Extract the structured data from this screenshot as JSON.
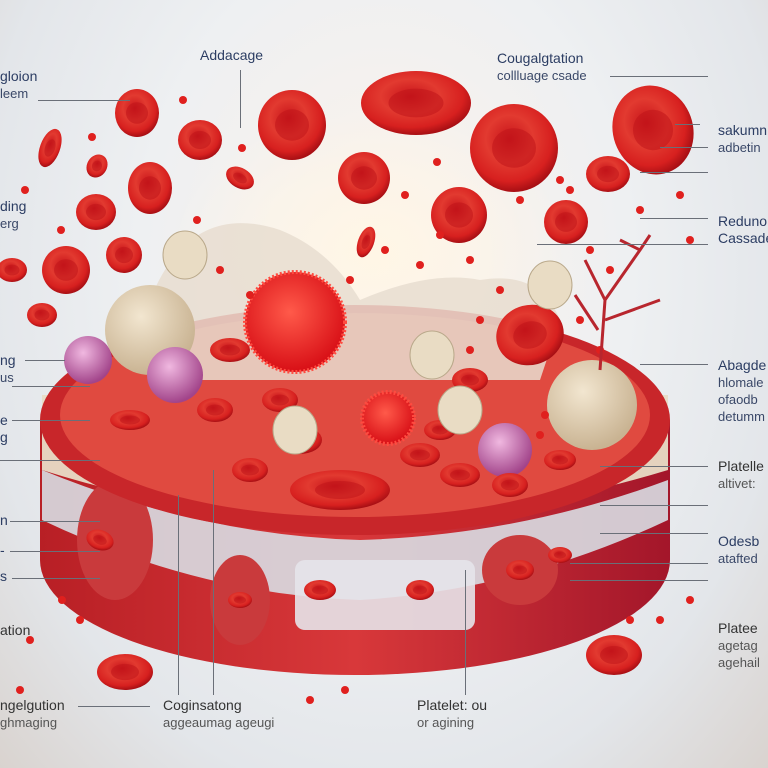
{
  "labels": {
    "top_center": {
      "line1": "Addacage"
    },
    "top_left": {
      "line1": "gloion",
      "line2": "leem"
    },
    "top_right": {
      "line1": "Cougalgtation",
      "line2": "collluage csade"
    },
    "right_1": {
      "line1": "sakumn",
      "line2": "adbetin"
    },
    "left_2": {
      "line1": "ding",
      "line2": "erg"
    },
    "right_2": {
      "line1": "Reduno",
      "line2": "Cassade"
    },
    "left_3": {
      "line1": "ng",
      "line2": "us"
    },
    "left_4": {
      "line1": "e",
      "line2": "g"
    },
    "left_5": {
      "line1": "n"
    },
    "left_6": {
      "line1": "-"
    },
    "left_7": {
      "line1": "s"
    },
    "left_8": {
      "line1": "ation"
    },
    "bottom_left": {
      "line1": "ngelgution",
      "line2": "ghmaging"
    },
    "bottom_center": {
      "line1": "Coginsatong",
      "line2": "aggeaumag ageugi"
    },
    "bottom_right": {
      "line1": "Platelet: ou",
      "line2": "or agining"
    },
    "right_3": {
      "line1": "Abagde",
      "line2": "hlomale",
      "line3": "ofaodb",
      "line4": "detumm"
    },
    "right_4": {
      "line1": "Platelle",
      "line2": "altivet:"
    },
    "right_5": {
      "line1": "Odesb",
      "line2": "atafted"
    },
    "right_6": {
      "line1": "Platee",
      "line2": "agetag",
      "line3": "agehail"
    }
  },
  "colors": {
    "blood_red": "#d9221f",
    "vessel_red": "#c8262a",
    "tissue_beige": "#e6d6bc",
    "platelet_purple": "#c46fb0",
    "label_text": "#2c3d63"
  }
}
